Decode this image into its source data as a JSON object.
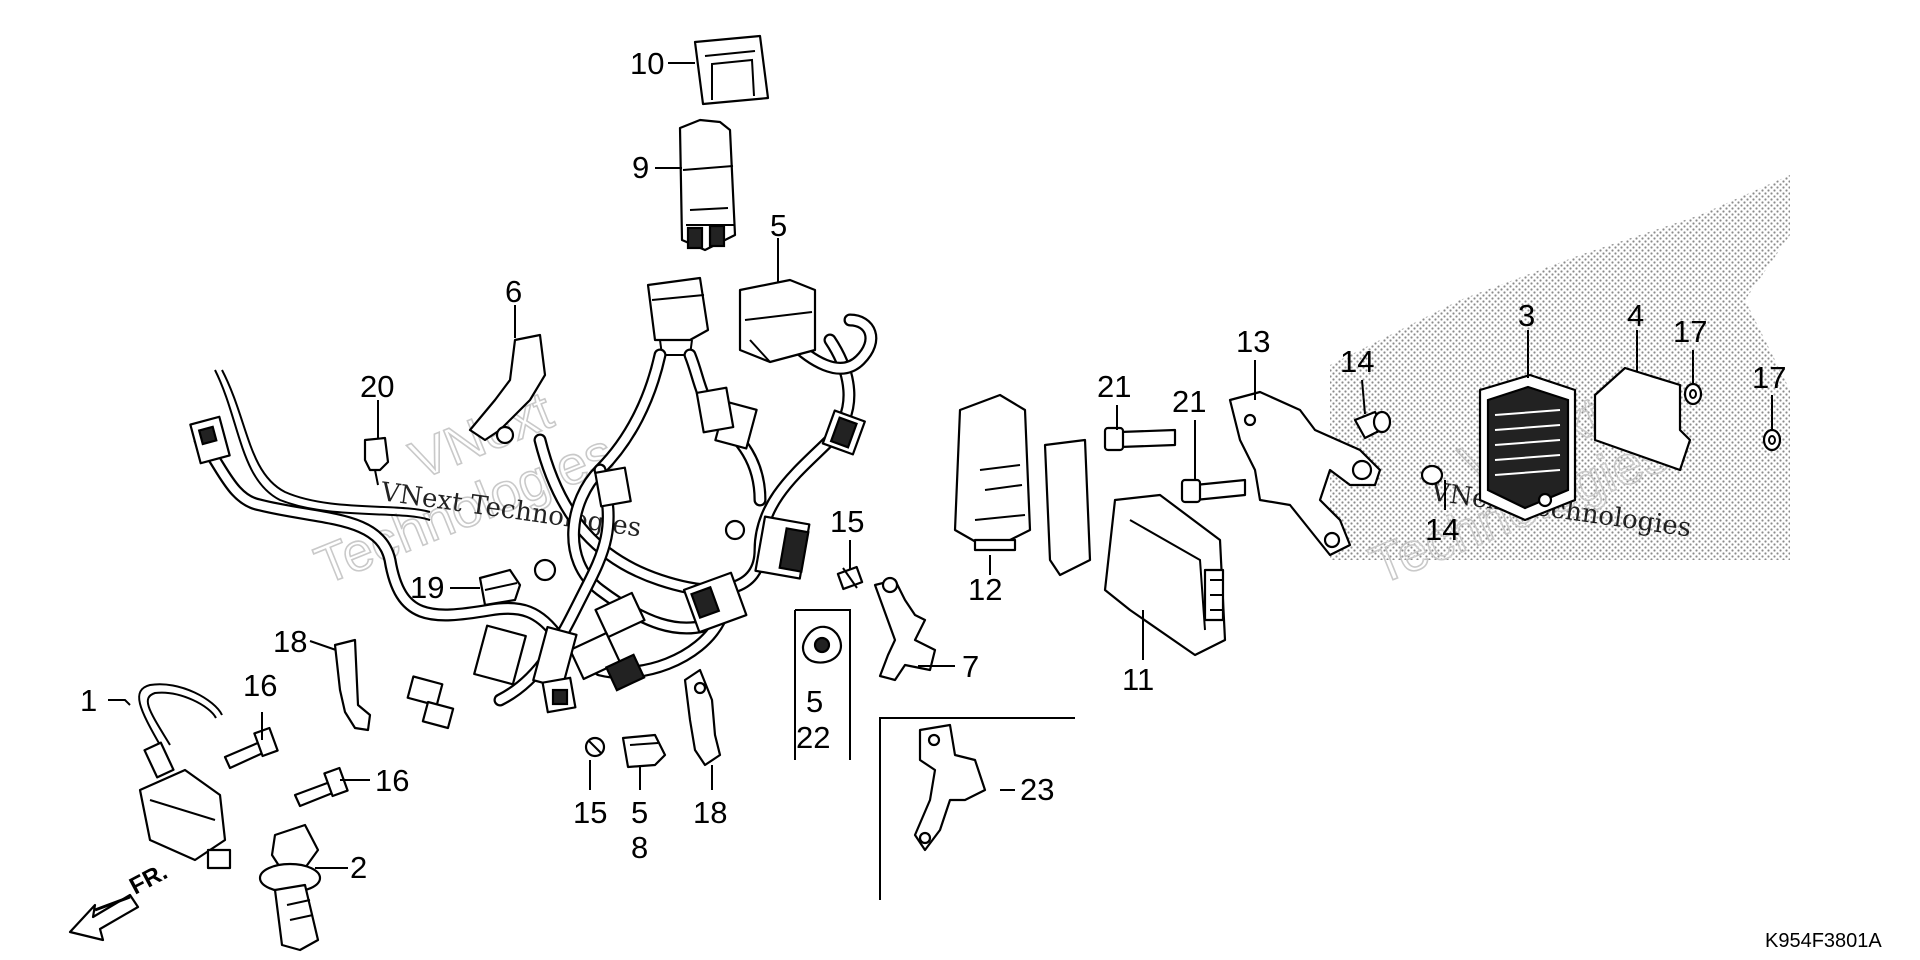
{
  "diagram_code": "K954F3801A",
  "front_arrow": {
    "label": "FR."
  },
  "watermark": {
    "line1": "VNext Technologies",
    "line2": "Technologies",
    "line3": "VNext"
  },
  "callouts": {
    "p1": "1",
    "p2": "2",
    "p3": "3",
    "p4": "4",
    "p5a": "5",
    "p5b": "5",
    "p5c": "5",
    "p6": "6",
    "p7": "7",
    "p8": "8",
    "p9": "9",
    "p10": "10",
    "p11": "11",
    "p12": "12",
    "p13": "13",
    "p14a": "14",
    "p14b": "14",
    "p15a": "15",
    "p15b": "15",
    "p16a": "16",
    "p16b": "16",
    "p17a": "17",
    "p17b": "17",
    "p18a": "18",
    "p18b": "18",
    "p19": "19",
    "p20": "20",
    "p21a": "21",
    "p21b": "21",
    "p22": "22",
    "p23": "23"
  }
}
